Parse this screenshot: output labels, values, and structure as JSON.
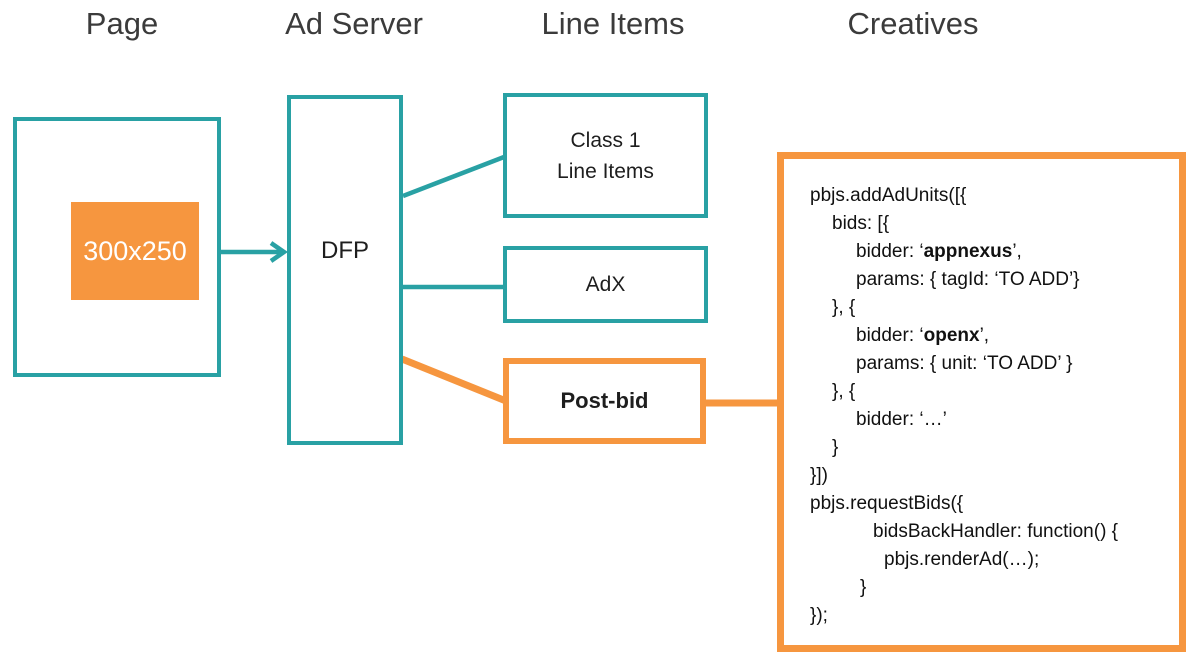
{
  "palette": {
    "teal": "#29A1A4",
    "orange": "#F6963F",
    "heading_text": "#3B3B3B",
    "label_text": "#1E1E1E",
    "code_text": "#111111",
    "slot_text": "#FFFFFF"
  },
  "column_headers": [
    {
      "label": "Page"
    },
    {
      "label": "Ad Server"
    },
    {
      "label": "Line Items"
    },
    {
      "label": "Creatives"
    }
  ],
  "page": {
    "ad_slot": {
      "label": "300x250"
    }
  },
  "ad_server": {
    "label": "DFP"
  },
  "line_items": {
    "class1": {
      "line1": "Class 1",
      "line2": "Line Items"
    },
    "adx": {
      "label": "AdX"
    },
    "post_bid": {
      "label": "Post-bid"
    }
  },
  "creatives": {
    "code_lines": [
      {
        "indent": 0,
        "segments": [
          {
            "t": "pbjs.addAdUnits([{"
          }
        ]
      },
      {
        "indent": 22,
        "segments": [
          {
            "t": "bids: [{"
          }
        ]
      },
      {
        "indent": 46,
        "segments": [
          {
            "t": "bidder: ‘"
          },
          {
            "t": "appnexus",
            "b": true
          },
          {
            "t": "’,"
          }
        ]
      },
      {
        "indent": 46,
        "segments": [
          {
            "t": "params: { tagId: ‘TO ADD’}"
          }
        ]
      },
      {
        "indent": 22,
        "segments": [
          {
            "t": "}, {"
          }
        ]
      },
      {
        "indent": 46,
        "segments": [
          {
            "t": "bidder: ‘"
          },
          {
            "t": "openx",
            "b": true
          },
          {
            "t": "’,"
          }
        ]
      },
      {
        "indent": 46,
        "segments": [
          {
            "t": "params: { unit: ‘TO ADD’ }"
          }
        ]
      },
      {
        "indent": 22,
        "segments": [
          {
            "t": "}, {"
          }
        ]
      },
      {
        "indent": 46,
        "segments": [
          {
            "t": "bidder: ‘…’"
          }
        ]
      },
      {
        "indent": 22,
        "segments": [
          {
            "t": "}"
          }
        ]
      },
      {
        "indent": 0,
        "segments": [
          {
            "t": "}])"
          }
        ]
      },
      {
        "indent": 0,
        "segments": [
          {
            "t": "pbjs.requestBids({"
          }
        ]
      },
      {
        "indent": 63,
        "segments": [
          {
            "t": "bidsBackHandler: function() {"
          }
        ]
      },
      {
        "indent": 74,
        "segments": [
          {
            "t": "pbjs.renderAd(…);"
          }
        ]
      },
      {
        "indent": 50,
        "segments": [
          {
            "t": "}"
          }
        ]
      },
      {
        "indent": 0,
        "segments": [
          {
            "t": "});"
          }
        ]
      }
    ]
  }
}
